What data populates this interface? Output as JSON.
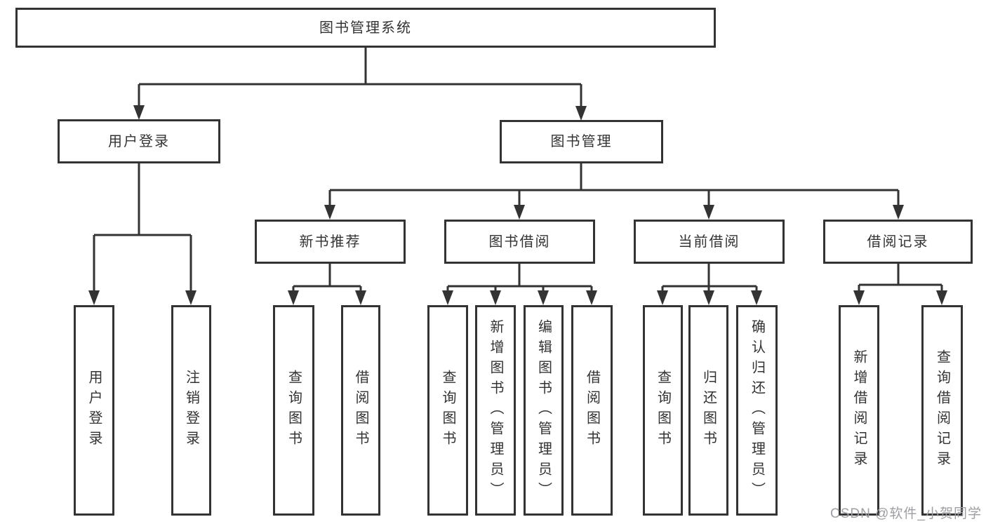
{
  "diagram_type": "tree-structure-chart",
  "colors": {
    "line": "#333333",
    "box_border": "#333333",
    "box_fill": "#ffffff",
    "text": "#333333",
    "watermark_text": "#9e9ea3",
    "background": "#ffffff"
  },
  "tree": {
    "label": "图书管理系统",
    "children": [
      {
        "label": "用户登录",
        "children": [
          {
            "label": "用户登录"
          },
          {
            "label": "注销登录"
          }
        ]
      },
      {
        "label": "图书管理",
        "children": [
          {
            "label": "新书推荐",
            "children": [
              {
                "label": "查询图书"
              },
              {
                "label": "借阅图书"
              }
            ]
          },
          {
            "label": "图书借阅",
            "children": [
              {
                "label": "查询图书"
              },
              {
                "label": "新增图书（管理员）"
              },
              {
                "label": "编辑图书（管理员）"
              },
              {
                "label": "借阅图书"
              }
            ]
          },
          {
            "label": "当前借阅",
            "children": [
              {
                "label": "查询图书"
              },
              {
                "label": "归还图书"
              },
              {
                "label": "确认归还（管理员）"
              }
            ]
          },
          {
            "label": "借阅记录",
            "children": [
              {
                "label": "新增借阅记录"
              },
              {
                "label": "查询借阅记录"
              }
            ]
          }
        ]
      }
    ]
  },
  "watermark": {
    "text": "CSDN @软件_小贺同学"
  }
}
